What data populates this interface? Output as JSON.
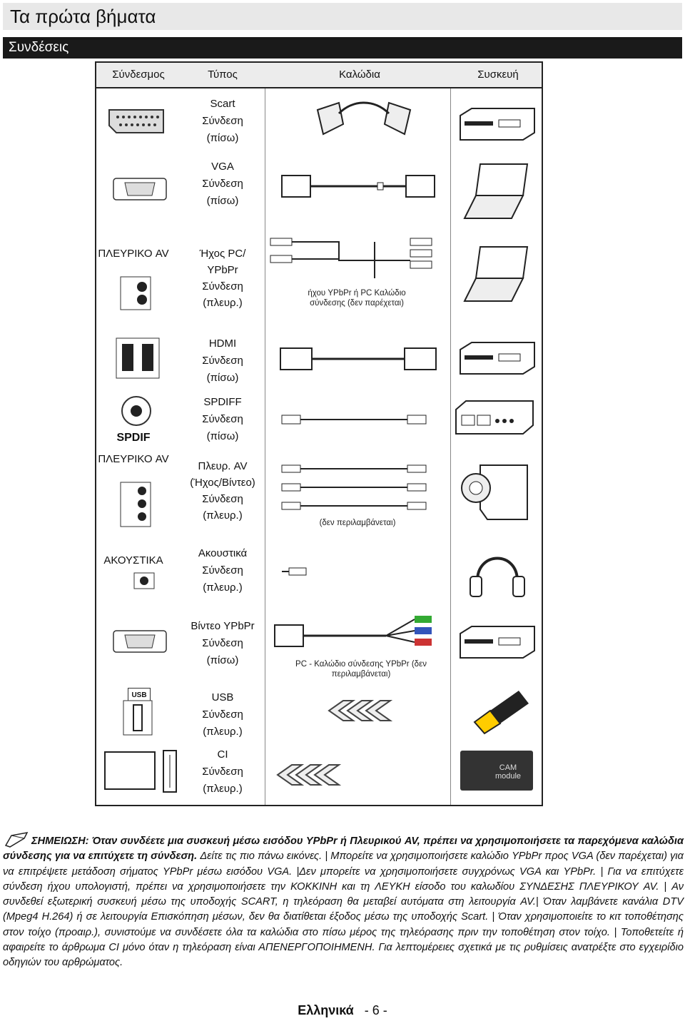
{
  "title": "Τα πρώτα βήματα",
  "section": "Συνδέσεις",
  "table": {
    "headers": [
      "Σύνδεσμος",
      "Τύπος",
      "Καλώδια",
      "Συσκευή"
    ],
    "rows": [
      {
        "connector": "",
        "type": [
          "Scart",
          "Σύνδεση",
          "(πίσω)"
        ],
        "cable_note": "",
        "device": "dvd-recorder-icon"
      },
      {
        "connector": "",
        "type": [
          "VGA",
          "Σύνδεση",
          "(πίσω)"
        ],
        "cable_note": "",
        "device": "laptop-icon"
      },
      {
        "connector": "ΠΛΕΥΡΙΚΟ AV",
        "type": [
          "Ήχος PC/",
          "YPbPr",
          "Σύνδεση",
          "(πλευρ.)"
        ],
        "cable_note": "ήχου YPbPr ή PC Καλώδιο σύνδεσης (δεν παρέχεται)",
        "device": "laptop-icon"
      },
      {
        "connector": "",
        "type": [
          "HDMI",
          "Σύνδεση",
          "(πίσω)"
        ],
        "cable_note": "",
        "device": "dvd-recorder-icon"
      },
      {
        "connector": "SPDIF",
        "type": [
          "SPDIFF",
          "Σύνδεση",
          "(πίσω)"
        ],
        "cable_note": "",
        "device": "amplifier-icon"
      },
      {
        "connector": "ΠΛΕΥΡΙΚΟ AV",
        "type": [
          "Πλευρ. AV",
          "(Ήχος/Βίντεο)",
          "Σύνδεση",
          "(πλευρ.)"
        ],
        "cable_note": "(δεν περιλαμβάνεται)",
        "device": "camcorder-icon"
      },
      {
        "connector": "ΑΚΟΥΣΤΙΚΑ",
        "type": [
          "Ακουστικά",
          "Σύνδεση",
          "(πλευρ.)"
        ],
        "cable_note": "",
        "device": "headphones-icon"
      },
      {
        "connector": "",
        "type": [
          "Βίντεο YPbPr",
          "Σύνδεση",
          "(πίσω)"
        ],
        "cable_note": "PC - Καλώδιο σύνδεσης YPbPr (δεν περιλαμβάνεται)",
        "device": "dvd-recorder-icon"
      },
      {
        "connector": "USB",
        "type": [
          "USB",
          "Σύνδεση",
          "(πλευρ.)"
        ],
        "cable_note": "",
        "device": "usb-stick-icon"
      },
      {
        "connector": "",
        "type": [
          "CI",
          "Σύνδεση",
          "(πλευρ.)"
        ],
        "cable_note": "",
        "device": "cam-module-icon",
        "device_label": "CAM module"
      }
    ]
  },
  "note": {
    "lead": "ΣΗΜΕΙΩΣΗ: Όταν συνδέετε μια συσκευή μέσω εισόδου YPbPr ή Πλευρικού AV, πρέπει να χρησιμοποιήσετε τα παρεχόμενα καλώδια σύνδεσης για να επιτύχετε τη σύνδεση.",
    "body": "Δείτε τις πιο πάνω εικόνες. | Μπορείτε να χρησιμοποιήσετε καλώδιο YPbPr προς VGA (δεν παρέχεται) για να επιτρέψετε μετάδοση σήματος YPbPr μέσω εισόδου VGA. |Δεν μπορείτε να χρησιμοποιήσετε συγχρόνως VGA και YPbPr. | Για να επιτύχετε σύνδεση ήχου υπολογιστή, πρέπει να χρησιμοποιήσετε την ΚΟΚΚΙΝΗ και τη ΛΕΥΚΗ είσοδο του καλωδίου ΣΥΝΔΕΣΗΣ ΠΛΕΥΡΙΚΟΥ AV. | Αν συνδεθεί εξωτερική συσκευή μέσω της υποδοχής SCART, η τηλεόραση θα μεταβεί αυτόματα στη λειτουργία AV.| Όταν λαμβάνετε κανάλια DTV (Mpeg4 H.264) ή σε λειτουργία Επισκόπηση μέσων, δεν θα διατίθεται έξοδος μέσω της υποδοχής Scart. | Όταν χρησιμοποιείτε το κιτ τοποθέτησης στον τοίχο (προαιρ.), συνιστούμε να συνδέσετε όλα τα καλώδια στο πίσω μέρος της τηλεόρασης πριν την τοποθέτηση στον τοίχο. | Τοποθετείτε ή αφαιρείτε το άρθρωμα CI μόνο όταν η τηλεόραση είναι ΑΠΕΝΕΡΓΟΠΟΙΗΜΕΝΗ. Για λεπτομέρειες σχετικά με τις ρυθμίσεις ανατρέξτε στο εγχειρίδιο οδηγιών του αρθρώματος."
  },
  "footer": {
    "language": "Ελληνικά",
    "page": "- 6 -"
  }
}
